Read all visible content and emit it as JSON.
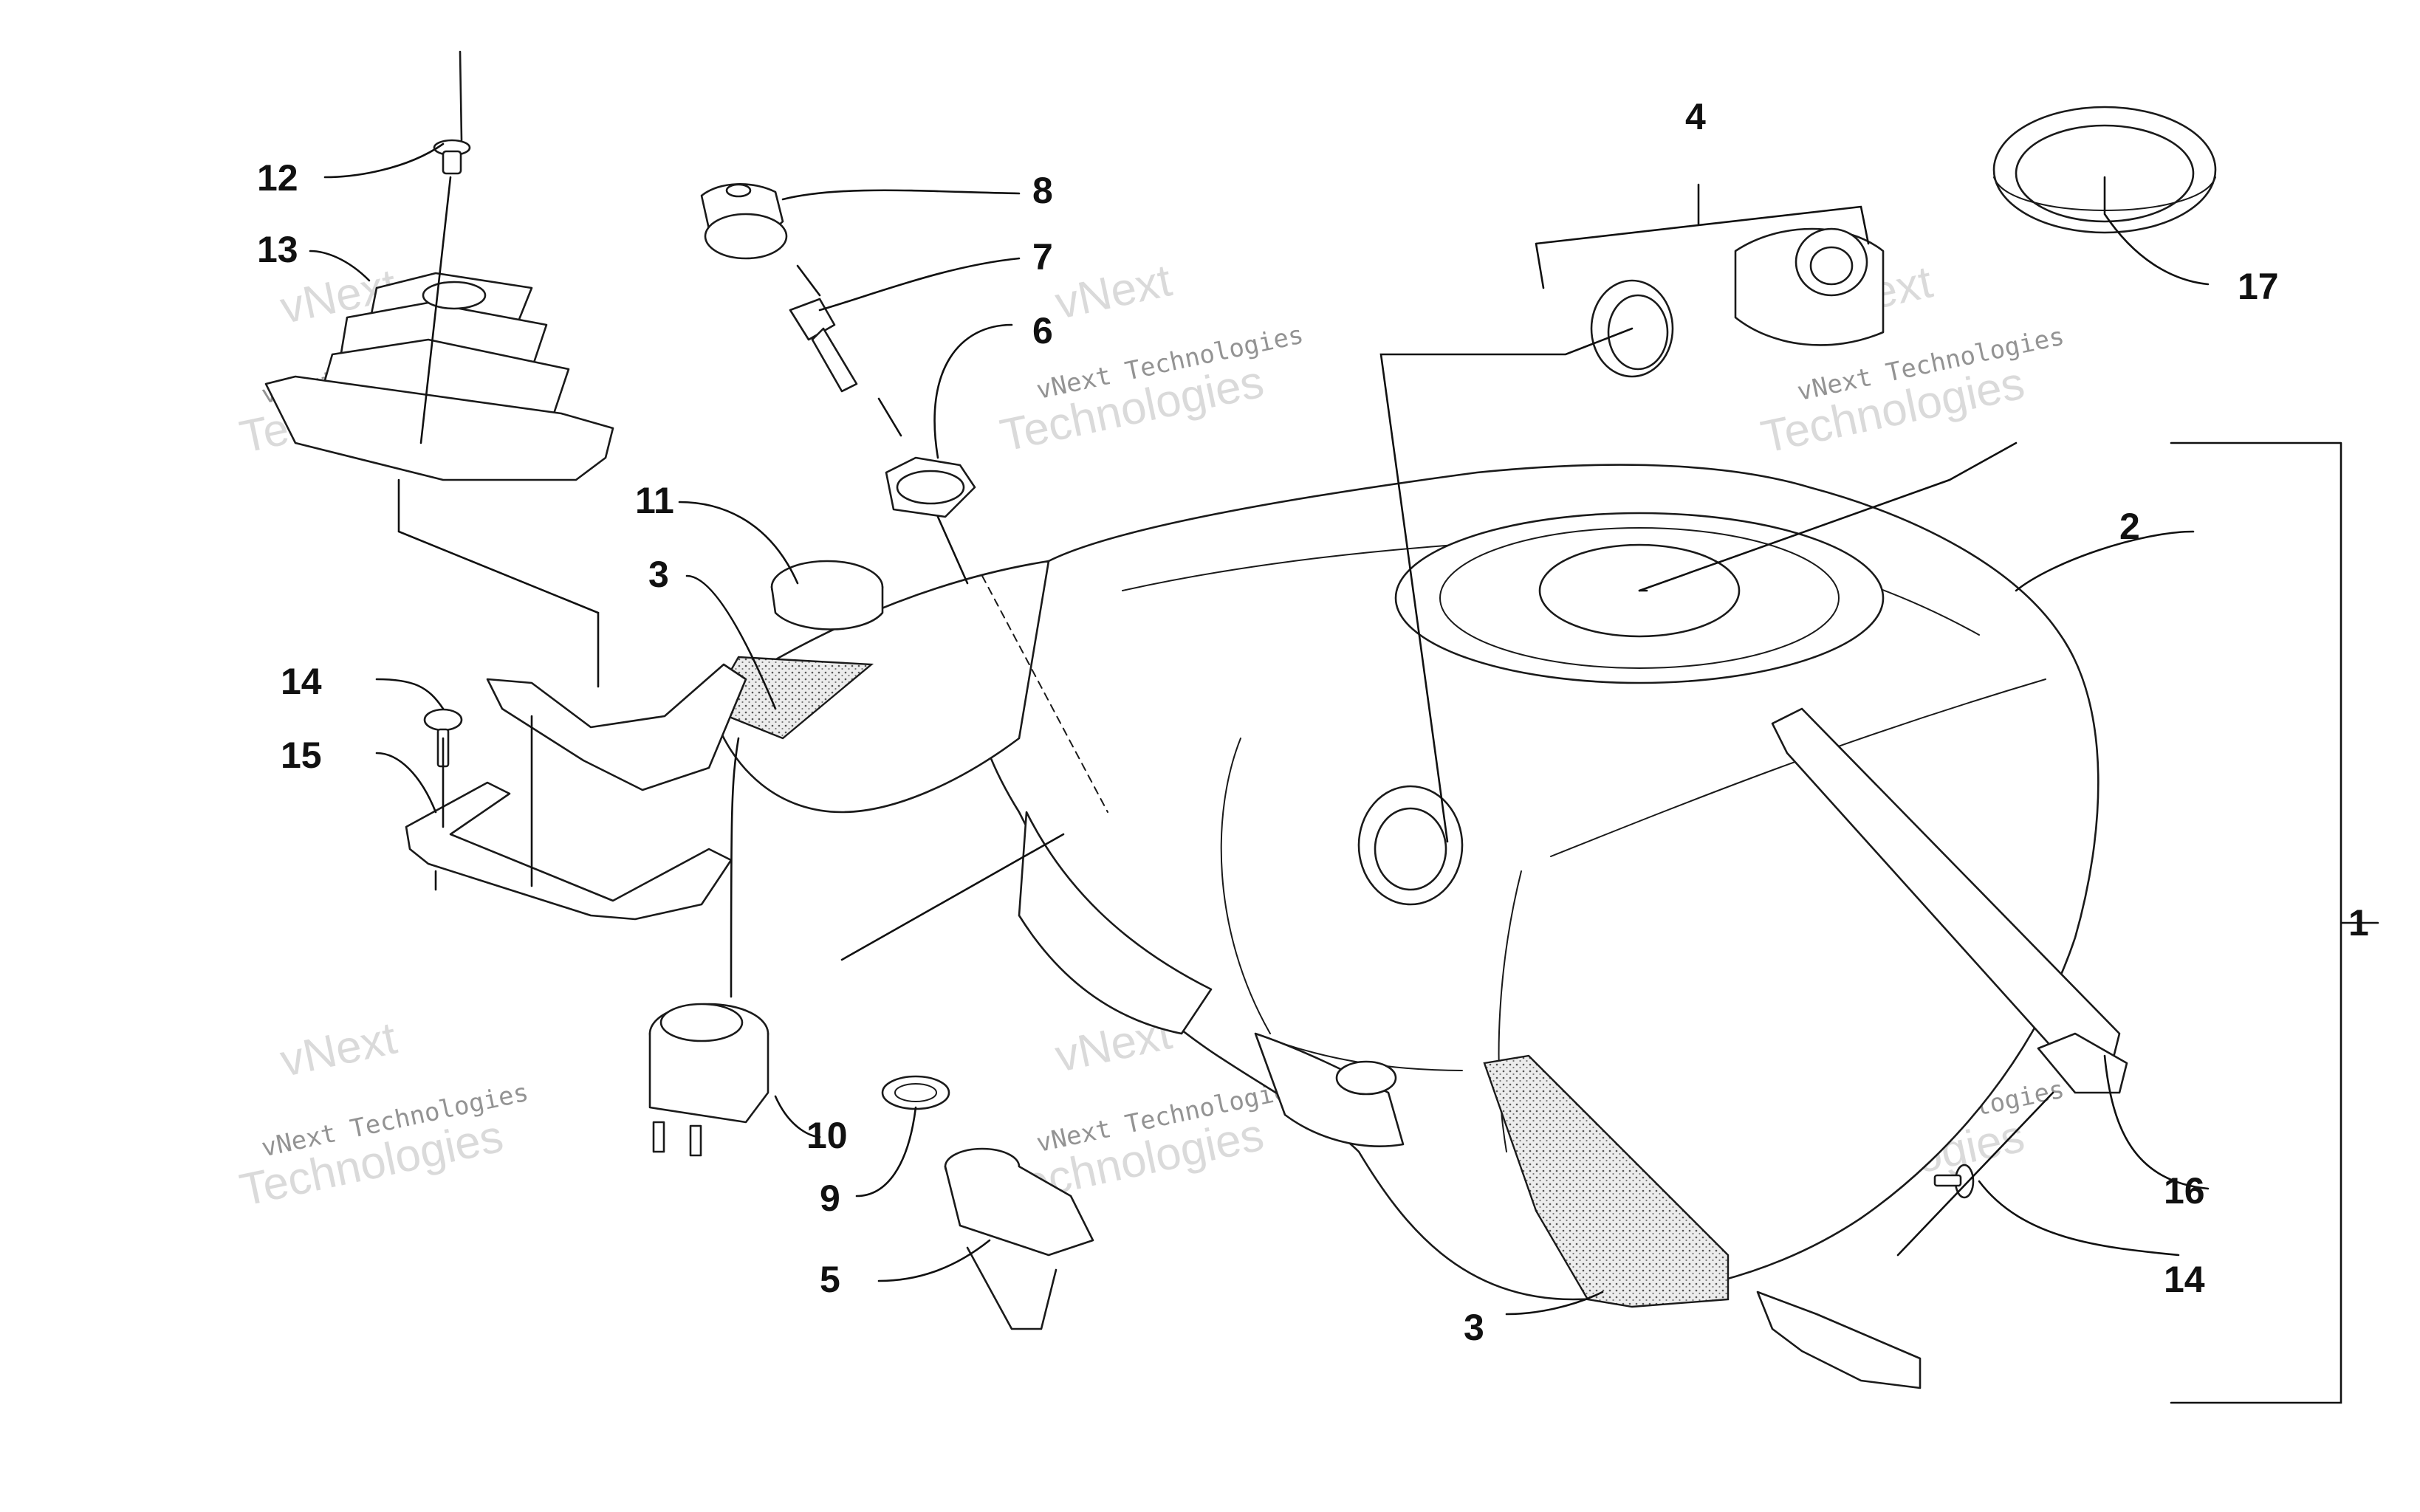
{
  "callouts": {
    "c1": "1",
    "c2": "2",
    "c3a": "3",
    "c3b": "3",
    "c4": "4",
    "c5": "5",
    "c6": "6",
    "c7": "7",
    "c8": "8",
    "c9": "9",
    "c10": "10",
    "c11": "11",
    "c12": "12",
    "c13": "13",
    "c14a": "14",
    "c14b": "14",
    "c15": "15",
    "c16": "16",
    "c17": "17"
  },
  "watermark": {
    "small_text": "vNext Technologies",
    "large_line1": "vNext",
    "large_line2": "Technologies"
  }
}
